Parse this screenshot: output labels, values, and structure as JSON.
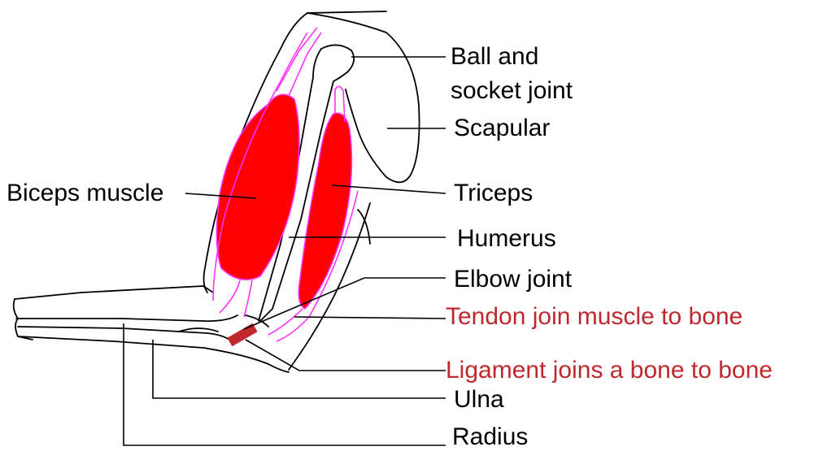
{
  "labels": {
    "ball_socket_line1": "Ball and",
    "ball_socket_line2": "socket joint",
    "scapular": "Scapular",
    "biceps": "Biceps muscle",
    "triceps": "Triceps",
    "humerus": "Humerus",
    "elbow": "Elbow joint",
    "tendon": "Tendon join muscle to bone",
    "ligament": "Ligament joins a bone to bone",
    "ulna": "Ulna",
    "radius": "Radius"
  },
  "colors": {
    "muscle_fill": "#ff0000",
    "muscle_outline": "#ff33ff",
    "ligament_fill": "#c0282d",
    "highlight_text": "#c0282d"
  }
}
